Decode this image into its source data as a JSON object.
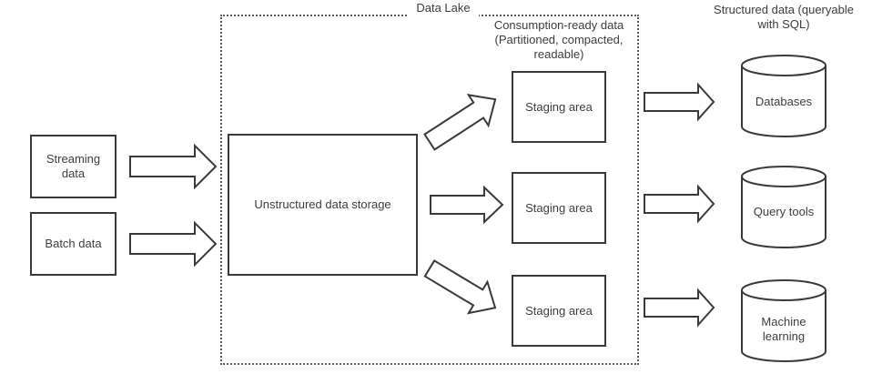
{
  "diagram": {
    "type": "data-lake-architecture-flow",
    "boundary_label": "Data Lake",
    "headings": {
      "consumption": {
        "line1": "Consumption-ready data",
        "line2": "(Partitioned, compacted,",
        "line3": "readable)"
      },
      "structured": {
        "line1": "Structured data (queryable",
        "line2": "with SQL)"
      }
    },
    "sources": {
      "streaming": {
        "label": "Streaming data"
      },
      "batch": {
        "label": "Batch data"
      }
    },
    "storage": {
      "label": "Unstructured data storage"
    },
    "staging": [
      {
        "label": "Staging area"
      },
      {
        "label": "Staging area"
      },
      {
        "label": "Staging area"
      }
    ],
    "outputs": [
      {
        "label": "Databases",
        "shape": "cylinder"
      },
      {
        "label": "Query tools",
        "shape": "cylinder"
      },
      {
        "label": "Machine learning",
        "shape": "cylinder"
      }
    ],
    "arrows": [
      "streaming-to-storage",
      "batch-to-storage",
      "storage-to-staging-1",
      "storage-to-staging-2",
      "storage-to-staging-3",
      "staging-1-to-databases",
      "staging-2-to-query-tools",
      "staging-3-to-machine-learning"
    ],
    "colors": {
      "stroke": "#3a3a3a",
      "text": "#3d3d3d",
      "boundary_dotted": "#5a5a5a",
      "background": "#ffffff",
      "shape_fill": "#ffffff"
    }
  }
}
